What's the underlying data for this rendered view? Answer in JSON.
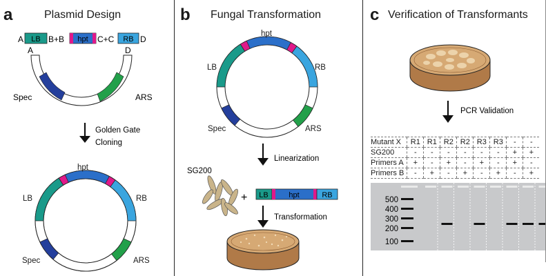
{
  "panel_a": {
    "letter": "a",
    "title": "Plasmid Design",
    "parts": {
      "a": "A",
      "lb": "LB",
      "b_plus_b": "B+B",
      "hpt": "hpt",
      "c_plus_c": "C+C",
      "rb": "RB",
      "d": "D"
    },
    "open_ends": {
      "a": "A",
      "d": "D"
    },
    "spec": "Spec",
    "ars": "ARS",
    "step": [
      "Golden Gate",
      "Cloning"
    ],
    "result": {
      "hpt": "hpt",
      "lb": "LB",
      "rb": "RB",
      "spec": "Spec",
      "ars": "ARS"
    }
  },
  "panel_b": {
    "letter": "b",
    "title": "Fungal Transformation",
    "plasmid": {
      "hpt": "hpt",
      "lb": "LB",
      "rb": "RB",
      "spec": "Spec",
      "ars": "ARS"
    },
    "step1": "Linearization",
    "strain": "SG200",
    "plus": "+",
    "cassette": {
      "lb": "LB",
      "hpt": "hpt",
      "rb": "RB"
    },
    "step2": "Transformation"
  },
  "panel_c": {
    "letter": "c",
    "title": "Verification of Transformants",
    "step": "PCR Validation",
    "table": {
      "header_label": "Mutant X",
      "columns": [
        "R1",
        "R1",
        "R2",
        "R2",
        "R3",
        "R3",
        "-",
        "-"
      ],
      "rows": [
        {
          "label": "SG200",
          "values": [
            "-",
            "-",
            "-",
            "-",
            "-",
            "-",
            "+",
            "+"
          ]
        },
        {
          "label": "Primers A",
          "values": [
            "+",
            "-",
            "+",
            "-",
            "+",
            "-",
            "+",
            "-"
          ]
        },
        {
          "label": "Primers B",
          "values": [
            "-",
            "+",
            "-",
            "+",
            "-",
            "+",
            "-",
            "+"
          ]
        }
      ]
    },
    "ladder": [
      "500",
      "400",
      "300",
      "200",
      "100"
    ],
    "bands_present": [
      false,
      true,
      false,
      true,
      false,
      true,
      true,
      true
    ]
  },
  "colors": {
    "lb": "#1a9a8a",
    "hpt": "#2b6fc9",
    "rb": "#3aa5df",
    "spec": "#243f9c",
    "ars": "#22a04a",
    "site": "#e0198a",
    "gel": "#c8c9cb",
    "plate": "#c89866"
  }
}
